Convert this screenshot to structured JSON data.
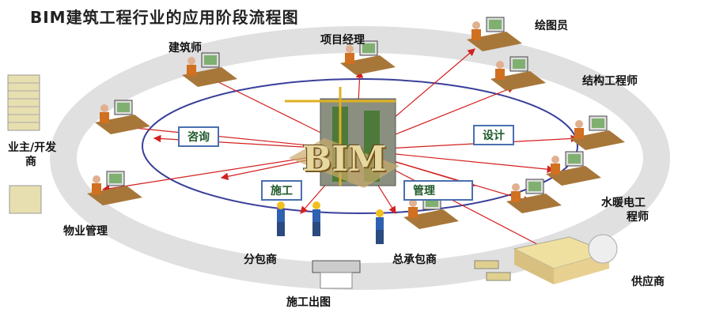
{
  "title": "BIM建筑工程行业的应用阶段流程图",
  "center": "BIM",
  "phases": {
    "consult": "咨询",
    "design": "设计",
    "construction": "施工",
    "management": "管理"
  },
  "roles": {
    "architect": "建筑师",
    "project_manager": "项目经理",
    "draftsman": "绘图员",
    "structural_engineer": "结构工程师",
    "owner_line1": "业主/开发",
    "owner_line2": "商",
    "property_management": "物业管理",
    "subcontractor": "分包商",
    "general_contractor": "总承包商",
    "supplier": "供应商",
    "construction_drawing": "施工出图",
    "mep_line1": "水暖电工",
    "mep_line2": "程师"
  },
  "colors": {
    "ring": "#d9d9d9",
    "ellipse": "#3a3f9a",
    "arrow": "#d42020",
    "box_border": "#4a6fb0"
  }
}
